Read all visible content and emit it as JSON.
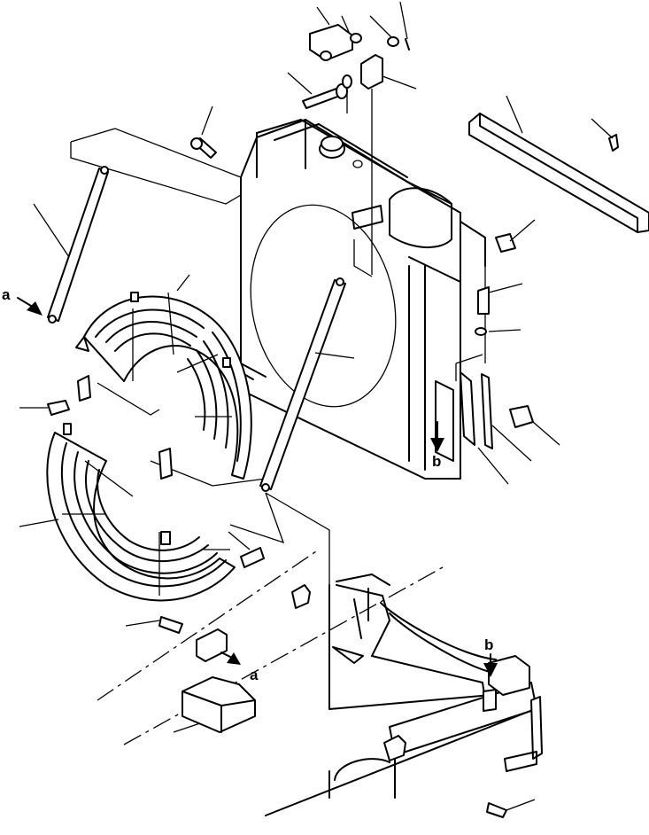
{
  "diagram": {
    "callouts": {
      "a_left": "a",
      "a_bottom": "a",
      "b_right": "b",
      "b_bottom": "b"
    },
    "colors": {
      "line": "#000000",
      "background": "#ffffff"
    },
    "parts": [
      "bracket-plate",
      "washer",
      "bolt-top",
      "fan-shroud-bracket",
      "pin-bolt",
      "spring-washer",
      "radiator",
      "radiator-cap",
      "radiator-hose-guard",
      "stay-rod-left",
      "stay-rod-right",
      "upper-fan-guard",
      "lower-fan-guard",
      "mounting-bolt",
      "frame",
      "support-bracket",
      "rubber-mount",
      "side-plate"
    ]
  }
}
